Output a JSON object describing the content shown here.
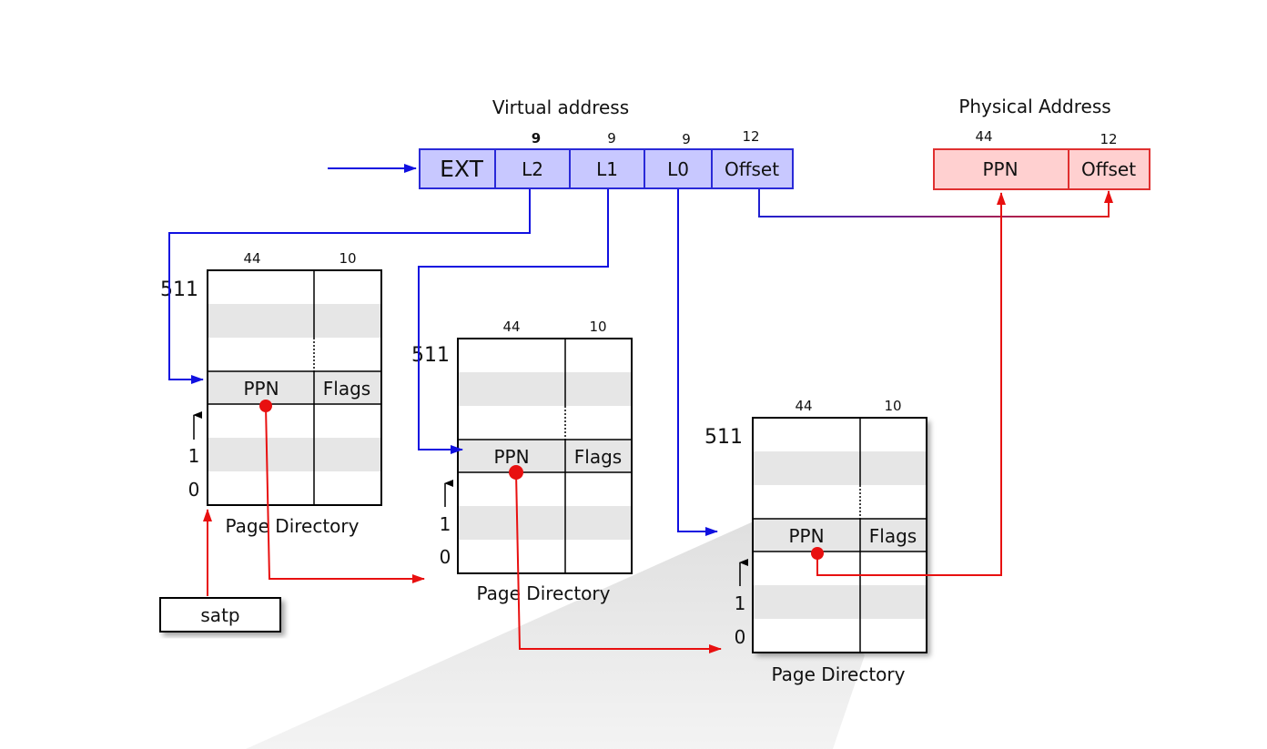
{
  "virtual_address": {
    "title": "Virtual address",
    "fields": [
      {
        "label": "EXT",
        "bits": ""
      },
      {
        "label": "L2",
        "bits": "9"
      },
      {
        "label": "L1",
        "bits": "9"
      },
      {
        "label": "L0",
        "bits": "9"
      },
      {
        "label": "Offset",
        "bits": "12"
      }
    ]
  },
  "physical_address": {
    "title": "Physical Address",
    "fields": [
      {
        "label": "PPN",
        "bits": "44"
      },
      {
        "label": "Offset",
        "bits": "12"
      }
    ]
  },
  "page_directories": [
    {
      "caption": "Page Directory",
      "col_bits": [
        "44",
        "10"
      ],
      "top_index": "511",
      "row_one": "1",
      "row_zero": "0",
      "entry": {
        "ppn": "PPN",
        "flags": "Flags"
      }
    },
    {
      "caption": "Page Directory",
      "col_bits": [
        "44",
        "10"
      ],
      "top_index": "511",
      "row_one": "1",
      "row_zero": "0",
      "entry": {
        "ppn": "PPN",
        "flags": "Flags"
      }
    },
    {
      "caption": "Page Directory",
      "col_bits": [
        "44",
        "10"
      ],
      "top_index": "511",
      "row_one": "1",
      "row_zero": "0",
      "entry": {
        "ppn": "PPN",
        "flags": "Flags"
      }
    }
  ],
  "satp": {
    "label": "satp"
  },
  "colors": {
    "virtual_fill": "#c8c8ff",
    "virtual_stroke": "#2a2ad8",
    "physical_fill": "#ffd0d0",
    "physical_stroke": "#e03030",
    "blue_arrow": "#1010e0",
    "red_arrow": "#e81010",
    "stripe": "#e6e6e6"
  }
}
